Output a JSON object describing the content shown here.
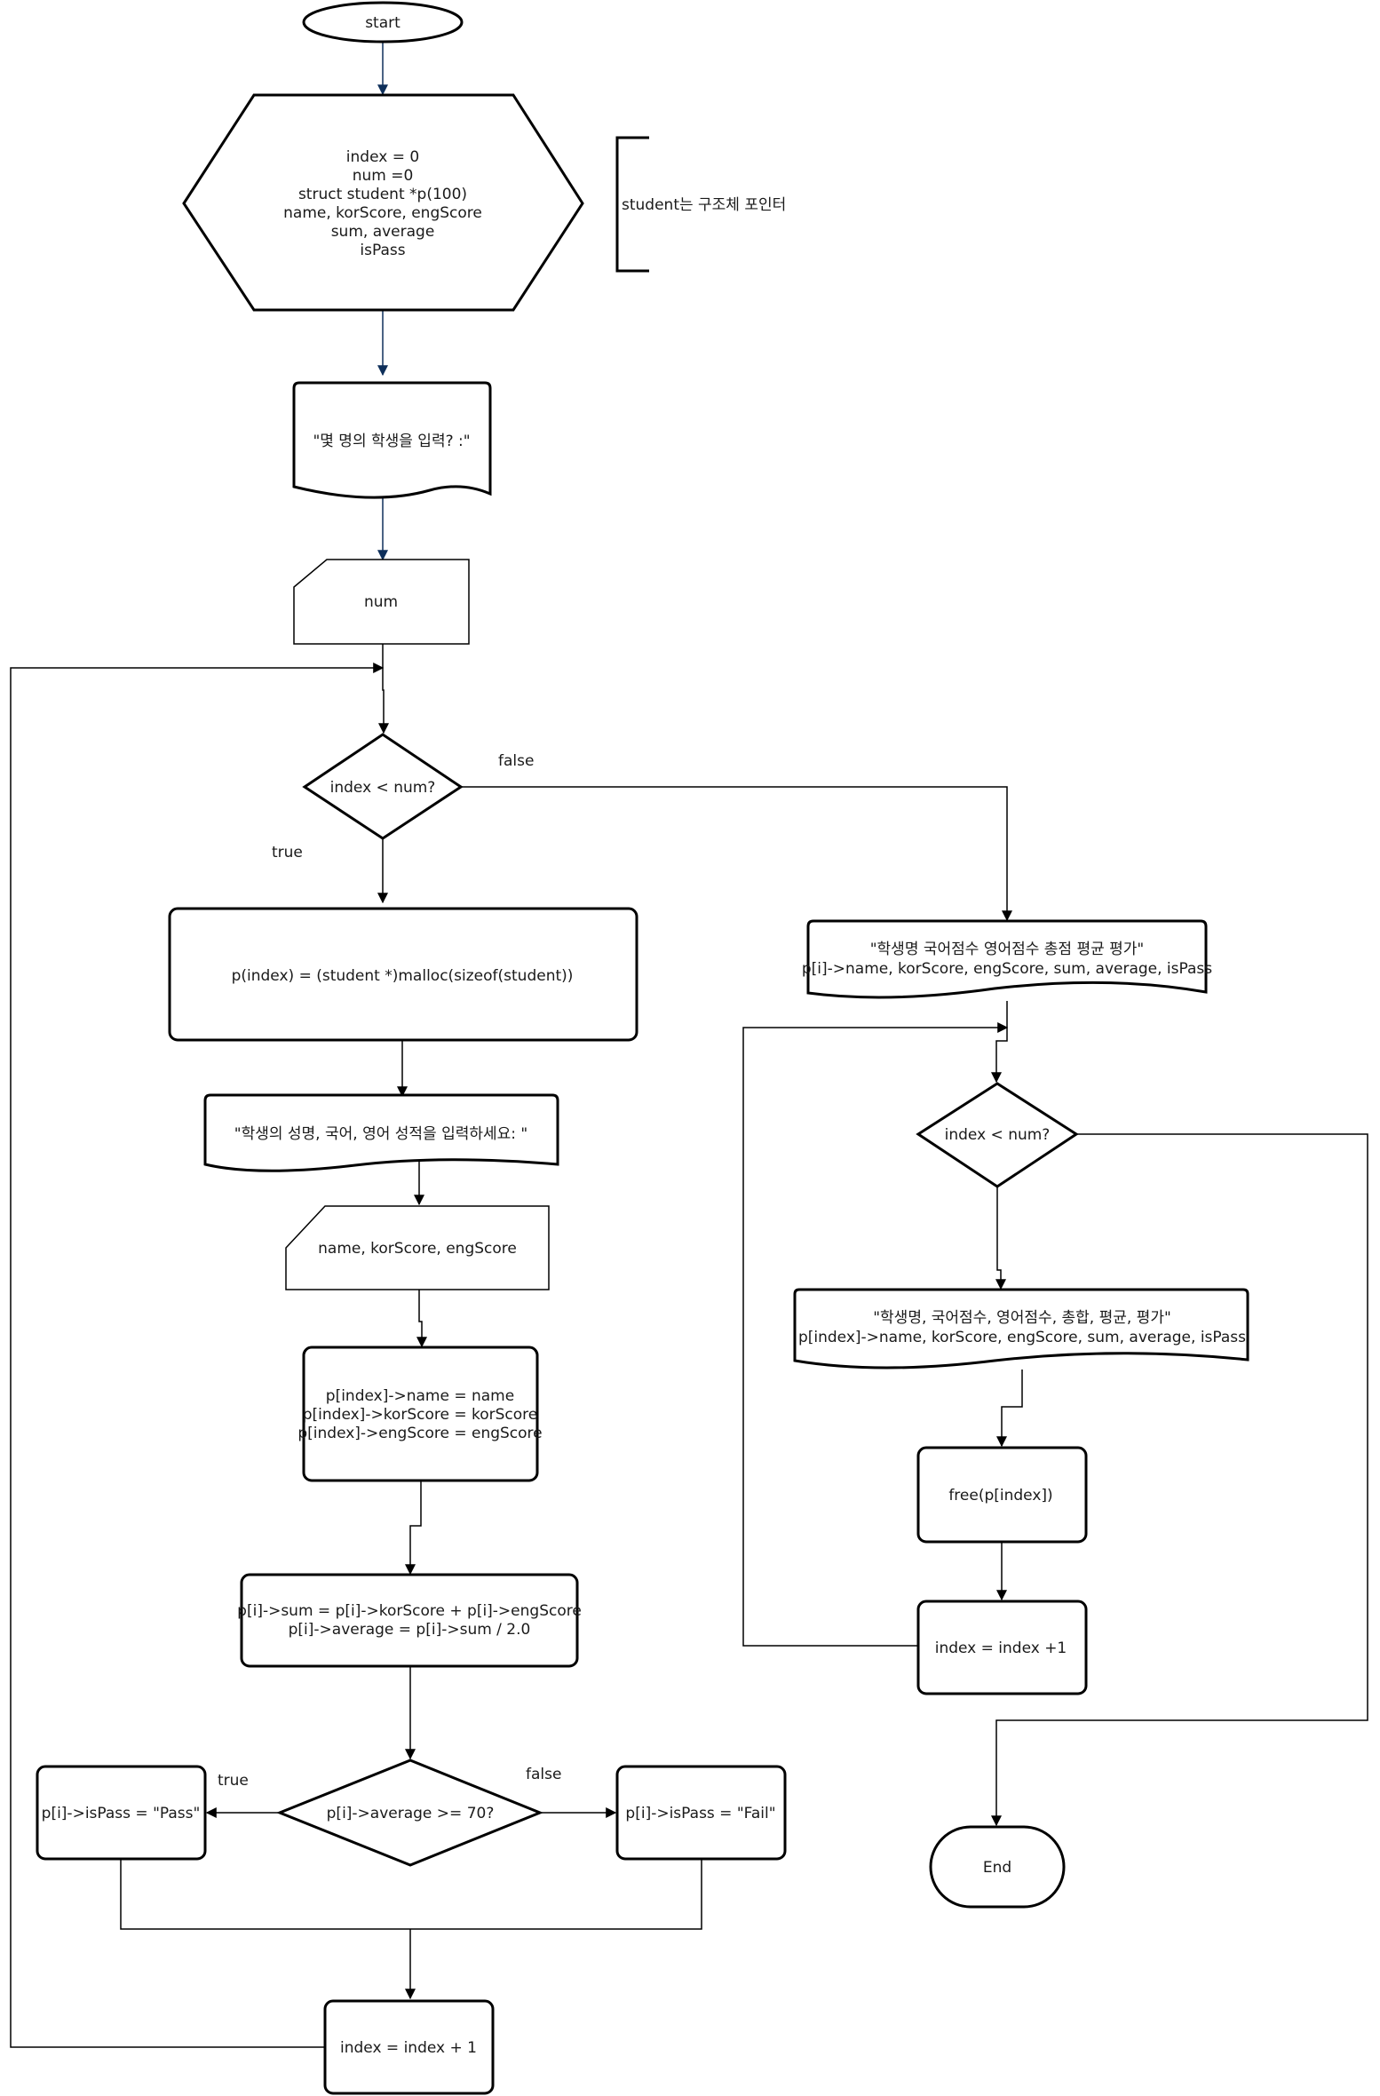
{
  "nodes": {
    "start": "start",
    "init": [
      "index = 0",
      "num =0",
      "struct student *p(100)",
      "name, korScore, engScore",
      "sum, average",
      "isPass"
    ],
    "bracket_note": "student는 구조체 포인터",
    "prompt_count": "\"몇 명의 학생을 입력? :\"",
    "input_num": "num",
    "cond_loop1": "index < num?",
    "malloc": "p(index) = (student *)malloc(sizeof(student))",
    "prompt_student": "\"학생의 성명, 국어, 영어 성적을 입력하세요: \"",
    "input_student": "name, korScore, engScore",
    "assign": [
      "p[index]->name = name",
      "p[index]->korScore = korScore",
      "p[index]->engScore = engScore"
    ],
    "calc": [
      "p[i]->sum = p[i]->korScore + p[i]->engScore",
      "p[i]->average = p[i]->sum / 2.0"
    ],
    "cond_avg": "p[i]->average >= 70?",
    "pass": "p[i]->isPass = \"Pass\"",
    "fail": "p[i]->isPass = \"Fail\"",
    "inc1": "index = index + 1",
    "header_print": [
      "\"학생명 국어점수 영어점수 총점 평균 평가\"",
      "p[i]->name, korScore, engScore, sum, average, isPass"
    ],
    "cond_loop2": "index < num?",
    "row_print": [
      "\"학생명, 국어점수, 영어점수, 총합, 평균, 평가\"",
      "p[index]->name, korScore, engScore, sum, average, isPass"
    ],
    "free": "free(p[index])",
    "inc2": "index = index +1",
    "end": "End"
  },
  "edge_labels": {
    "loop1_false": "false",
    "loop1_true": "true",
    "avg_true": "true",
    "avg_false": "false"
  },
  "colors": {
    "stroke": "#000000",
    "arrow_blue": "#0e2f5a",
    "text": "#1a1a1a",
    "background": "#ffffff"
  }
}
